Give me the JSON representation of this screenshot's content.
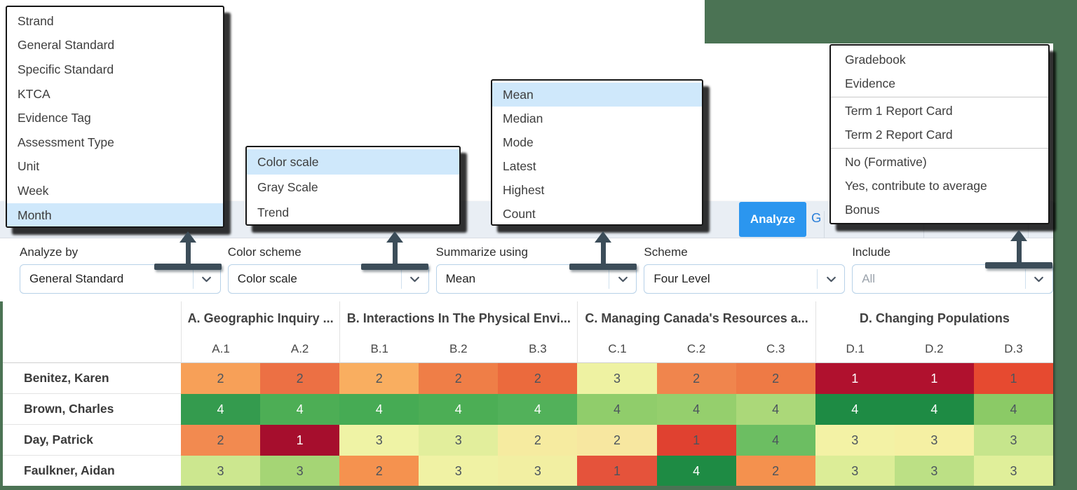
{
  "colors": {
    "background_green": "#4b7354",
    "strip_bg": "#e9eef4",
    "accent_blue": "#2b96ef",
    "menu_highlight": "#cfe8fb"
  },
  "toolbar": {
    "analyze_label": "Analyze",
    "partial_link_text": "G"
  },
  "menus": {
    "analyze_by": {
      "items": [
        "Strand",
        "General Standard",
        "Specific Standard",
        "KTCA",
        "Evidence Tag",
        "Assessment Type",
        "Unit",
        "Week",
        "Month"
      ],
      "selected_index": 8
    },
    "color_scheme": {
      "items": [
        "Color scale",
        "Gray Scale",
        "Trend"
      ],
      "selected_index": 0
    },
    "summarize": {
      "items": [
        "Mean",
        "Median",
        "Mode",
        "Latest",
        "Highest",
        "Count"
      ],
      "selected_index": 0
    },
    "include": {
      "items": [
        "Gradebook",
        "Evidence",
        "Term 1 Report Card",
        "Term 2 Report Card",
        "No (Formative)",
        "Yes, contribute to average",
        "Bonus"
      ],
      "selected_index": -1,
      "dividers_after": [
        1,
        3
      ]
    }
  },
  "filters": [
    {
      "label": "Analyze by",
      "value": "General Standard",
      "muted": false
    },
    {
      "label": "Color scheme",
      "value": "Color scale",
      "muted": false
    },
    {
      "label": "Summarize using",
      "value": "Mean",
      "muted": false
    },
    {
      "label": "Scheme",
      "value": "Four Level",
      "muted": false
    },
    {
      "label": "Include",
      "value": "All",
      "muted": true
    }
  ],
  "table": {
    "column_groups": [
      {
        "label": "A. Geographic Inquiry ...",
        "columns": [
          "A.1",
          "A.2"
        ]
      },
      {
        "label": "B. Interactions In The Physical Envi...",
        "columns": [
          "B.1",
          "B.2",
          "B.3"
        ]
      },
      {
        "label": "C. Managing Canada's Resources a...",
        "columns": [
          "C.1",
          "C.2",
          "C.3"
        ]
      },
      {
        "label": "D. Changing Populations",
        "columns": [
          "D.1",
          "D.2",
          "D.3"
        ]
      }
    ],
    "rows": [
      {
        "student": "Benitez, Karen",
        "cells": [
          {
            "v": 2,
            "bg": "#f7a058",
            "tx": "d"
          },
          {
            "v": 2,
            "bg": "#ec7044",
            "tx": "d"
          },
          {
            "v": 2,
            "bg": "#f9ae60",
            "tx": "d"
          },
          {
            "v": 2,
            "bg": "#ef7e47",
            "tx": "d"
          },
          {
            "v": 2,
            "bg": "#eb6a3d",
            "tx": "d"
          },
          {
            "v": 3,
            "bg": "#eef2a2",
            "tx": "d"
          },
          {
            "v": 2,
            "bg": "#f0854d",
            "tx": "d"
          },
          {
            "v": 2,
            "bg": "#ee7a45",
            "tx": "d"
          },
          {
            "v": 1,
            "bg": "#b0112e",
            "tx": "w"
          },
          {
            "v": 1,
            "bg": "#b0112e",
            "tx": "w"
          },
          {
            "v": 1,
            "bg": "#e64a30",
            "tx": "d"
          }
        ]
      },
      {
        "student": "Brown, Charles",
        "cells": [
          {
            "v": 4,
            "bg": "#349b4e",
            "tx": "w"
          },
          {
            "v": 4,
            "bg": "#4dae55",
            "tx": "w"
          },
          {
            "v": 4,
            "bg": "#46ab54",
            "tx": "w"
          },
          {
            "v": 4,
            "bg": "#4cae55",
            "tx": "w"
          },
          {
            "v": 4,
            "bg": "#52b15a",
            "tx": "w"
          },
          {
            "v": 4,
            "bg": "#90cd6b",
            "tx": "d"
          },
          {
            "v": 4,
            "bg": "#95cf6d",
            "tx": "d"
          },
          {
            "v": 4,
            "bg": "#abd879",
            "tx": "d"
          },
          {
            "v": 4,
            "bg": "#1e8b44",
            "tx": "w"
          },
          {
            "v": 4,
            "bg": "#1e8b44",
            "tx": "w"
          },
          {
            "v": 4,
            "bg": "#8bca66",
            "tx": "d"
          }
        ]
      },
      {
        "student": "Day, Patrick",
        "cells": [
          {
            "v": 2,
            "bg": "#f28a50",
            "tx": "d"
          },
          {
            "v": 1,
            "bg": "#a60e2d",
            "tx": "w"
          },
          {
            "v": 3,
            "bg": "#eff3a5",
            "tx": "d"
          },
          {
            "v": 3,
            "bg": "#e2ee9c",
            "tx": "d"
          },
          {
            "v": 2,
            "bg": "#f6eba0",
            "tx": "d"
          },
          {
            "v": 2,
            "bg": "#f7e7a0",
            "tx": "d"
          },
          {
            "v": 1,
            "bg": "#e04130",
            "tx": "d"
          },
          {
            "v": 4,
            "bg": "#6cbe62",
            "tx": "d"
          },
          {
            "v": 3,
            "bg": "#f3f2a5",
            "tx": "d"
          },
          {
            "v": 3,
            "bg": "#f5f0a3",
            "tx": "d"
          },
          {
            "v": 3,
            "bg": "#c6e58c",
            "tx": "d"
          }
        ]
      },
      {
        "student": "Faulkner, Aidan",
        "cells": [
          {
            "v": 3,
            "bg": "#cce78f",
            "tx": "d"
          },
          {
            "v": 3,
            "bg": "#a5d575",
            "tx": "d"
          },
          {
            "v": 2,
            "bg": "#f5924f",
            "tx": "d"
          },
          {
            "v": 3,
            "bg": "#f0f2a4",
            "tx": "d"
          },
          {
            "v": 3,
            "bg": "#f2efa2",
            "tx": "d"
          },
          {
            "v": 1,
            "bg": "#e5533b",
            "tx": "d"
          },
          {
            "v": 4,
            "bg": "#1e8b44",
            "tx": "w"
          },
          {
            "v": 2,
            "bg": "#f4914e",
            "tx": "d"
          },
          {
            "v": 3,
            "bg": "#dced97",
            "tx": "d"
          },
          {
            "v": 3,
            "bg": "#bce085",
            "tx": "d"
          },
          {
            "v": 3,
            "bg": "#e0ef9a",
            "tx": "d"
          }
        ]
      }
    ]
  }
}
